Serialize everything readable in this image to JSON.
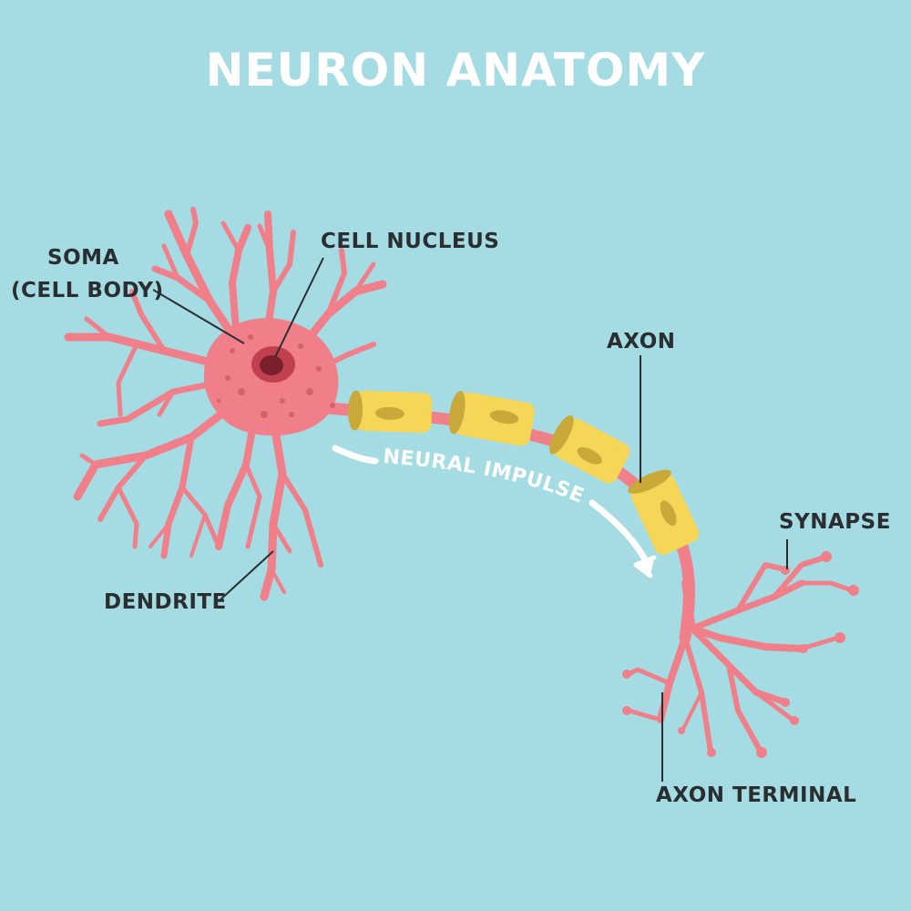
{
  "title": "NEURON ANATOMY",
  "labels": {
    "soma_line1": "SOMA",
    "soma_line2": "(CELL BODY)",
    "cell_nucleus": "CELL NUCLEUS",
    "axon": "AXON",
    "neural_impulse": "NEURAL IMPULSE",
    "synapse": "SYNAPSE",
    "dendrite": "DENDRITE",
    "axon_terminal": "AXON TERMINAL"
  },
  "colors": {
    "background": "#a5dbe2",
    "neuron": "#f07f8a",
    "spots": "#d85f6c",
    "nucleus_outer": "#c0404f",
    "nucleus_inner": "#7a1f2c",
    "myelin": "#f5d656",
    "myelin_shade": "#c9a93a",
    "text": "#2a2e30",
    "white": "#ffffff"
  }
}
